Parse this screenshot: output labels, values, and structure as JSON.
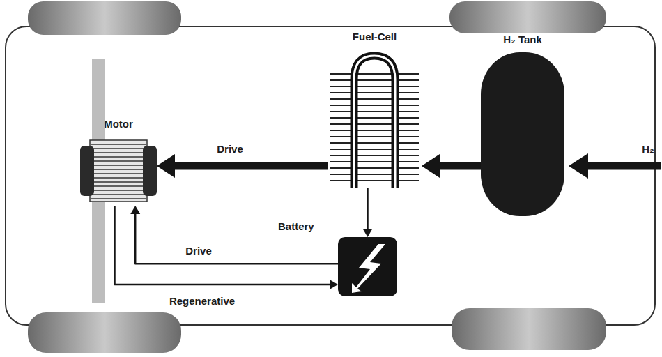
{
  "diagram": {
    "nodes": [
      {
        "text": [
          "Motor"
        ]
      },
      {
        "text": [
          "Fuel-Cell"
        ]
      },
      {
        "text": [
          "Battery"
        ]
      },
      {
        "text": [
          "H₂ Tank"
        ]
      }
    ],
    "edges": [
      {
        "from": 1,
        "to": 0,
        "label": "Drive",
        "arrow": "to"
      },
      {
        "from": 3,
        "to": 1,
        "arrow": "to"
      },
      {
        "from": 1,
        "to": 2,
        "arrow": "to"
      },
      {
        "from": 2,
        "to": 0,
        "label": "Drive",
        "arrow": "to"
      },
      {
        "from": 0,
        "to": 2,
        "label": "Regenerative",
        "arrow": "to"
      }
    ],
    "labels": [
      "H₂"
    ]
  }
}
